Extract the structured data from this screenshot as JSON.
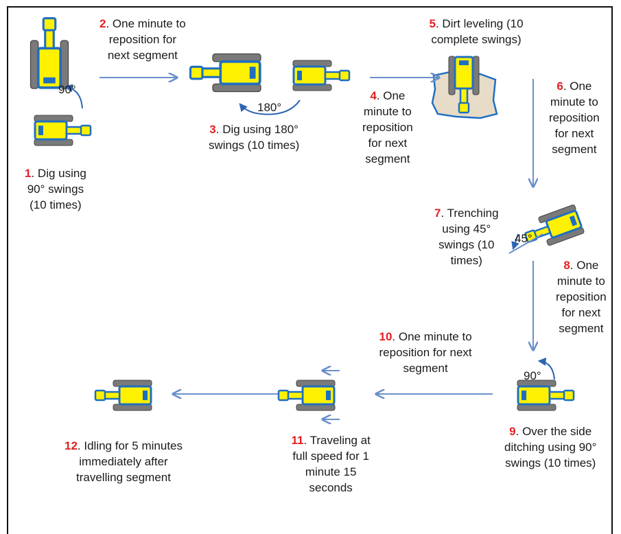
{
  "colors": {
    "body_fill": "#fff200",
    "body_outline": "#1f6fc1",
    "track_fill": "#7a7a7a",
    "arrow": "#6a8fca",
    "number": "#e31e24",
    "soil": "#e7dcc7"
  },
  "steps": [
    {
      "num": "1",
      "lines": [
        ". Dig using",
        "90° swings",
        "(10 times)"
      ]
    },
    {
      "num": "2",
      "lines": [
        ". One minute to",
        "reposition for",
        "next segment"
      ]
    },
    {
      "num": "3",
      "lines": [
        ". Dig using 180°",
        "swings (10 times)"
      ]
    },
    {
      "num": "4",
      "lines": [
        ". One",
        "minute to",
        "reposition",
        "for next",
        "segment"
      ]
    },
    {
      "num": "5",
      "lines": [
        ". Dirt leveling (10",
        "complete swings)"
      ]
    },
    {
      "num": "6",
      "lines": [
        ". One",
        "minute to",
        "reposition",
        "for next",
        "segment"
      ]
    },
    {
      "num": "7",
      "lines": [
        ". Trenching",
        "using 45°",
        "swings (10",
        "times)"
      ]
    },
    {
      "num": "8",
      "lines": [
        ". One",
        "minute to",
        "reposition",
        "for next",
        "segment"
      ]
    },
    {
      "num": "9",
      "lines": [
        ". Over the side",
        "ditching using 90°",
        "swings (10 times)"
      ]
    },
    {
      "num": "10",
      "lines": [
        ". One minute to",
        "reposition for next",
        "segment"
      ]
    },
    {
      "num": "11",
      "lines": [
        ". Traveling at",
        "full speed for 1",
        "minute 15",
        "seconds"
      ]
    },
    {
      "num": "12",
      "lines": [
        ". Idling for 5 minutes",
        "immediately after",
        "travelling segment"
      ]
    }
  ],
  "angles": {
    "a1": "90°",
    "a3": "180°",
    "a7": "45°",
    "a9": "90°"
  },
  "icons": [
    "excavator-icon",
    "arrow-icon",
    "swing-arc-icon",
    "dirt-pile-icon"
  ]
}
